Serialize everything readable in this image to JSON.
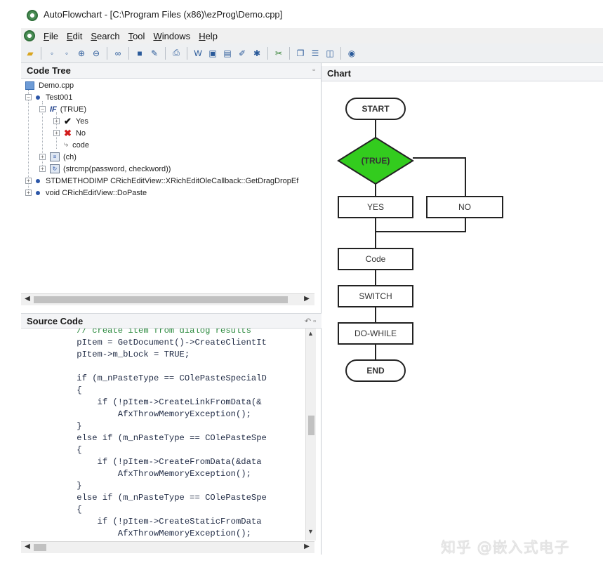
{
  "window": {
    "title": "AutoFlowchart - [C:\\Program Files (x86)\\ezProg\\Demo.cpp]"
  },
  "menu": {
    "items": [
      "File",
      "Edit",
      "Search",
      "Tool",
      "Windows",
      "Help"
    ]
  },
  "toolbar": {
    "buttons": [
      "open-folder-icon",
      "step-icon",
      "step-icon",
      "zoom-in-icon",
      "zoom-out-icon",
      "binoculars-icon",
      "save-icon",
      "edit-icon",
      "print-icon",
      "word-icon",
      "window-icon",
      "picture-icon",
      "wizard-icon",
      "magic-icon",
      "tools-icon",
      "copy-icon",
      "layout-icon",
      "columns-icon",
      "help-icon"
    ]
  },
  "code_tree": {
    "title": "Code Tree",
    "nodes": [
      {
        "label": "Demo.cpp",
        "icon": "file-icon",
        "depth": 0
      },
      {
        "label": "Test001",
        "icon": "function-dot-icon",
        "depth": 1
      },
      {
        "label": "(TRUE)",
        "icon": "if-icon",
        "depth": 2
      },
      {
        "label": "Yes",
        "icon": "check-icon",
        "depth": 3
      },
      {
        "label": "No",
        "icon": "cross-icon",
        "depth": 3
      },
      {
        "label": "code",
        "icon": "code-icon",
        "depth": 3
      },
      {
        "label": "(ch)",
        "icon": "switch-icon",
        "depth": 2
      },
      {
        "label": "(strcmp(password, checkword))",
        "icon": "loop-icon",
        "depth": 2
      },
      {
        "label": "STDMETHODIMP CRichEditView::XRichEditOleCallback::GetDragDropEf",
        "icon": "function-dot-icon",
        "depth": 0
      },
      {
        "label": "void CRichEditView::DoPaste",
        "icon": "function-dot-icon",
        "depth": 0
      }
    ]
  },
  "source_code": {
    "title": "Source Code",
    "lines": [
      {
        "text": "    // create item from dialog results",
        "kind": "comment"
      },
      {
        "text": "    pItem = GetDocument()->CreateClientIt",
        "kind": "code"
      },
      {
        "text": "    pItem->m_bLock = TRUE;",
        "kind": "code"
      },
      {
        "text": "",
        "kind": "code"
      },
      {
        "text": "    if (m_nPasteType == COlePasteSpecialD",
        "kind": "code"
      },
      {
        "text": "    {",
        "kind": "code"
      },
      {
        "text": "        if (!pItem->CreateLinkFromData(&",
        "kind": "code"
      },
      {
        "text": "            AfxThrowMemoryException();",
        "kind": "code"
      },
      {
        "text": "    }",
        "kind": "code"
      },
      {
        "text": "    else if (m_nPasteType == COlePasteSpe",
        "kind": "code"
      },
      {
        "text": "    {",
        "kind": "code"
      },
      {
        "text": "        if (!pItem->CreateFromData(&data",
        "kind": "code"
      },
      {
        "text": "            AfxThrowMemoryException();",
        "kind": "code"
      },
      {
        "text": "    }",
        "kind": "code"
      },
      {
        "text": "    else if (m_nPasteType == COlePasteSpe",
        "kind": "code"
      },
      {
        "text": "    {",
        "kind": "code"
      },
      {
        "text": "        if (!pItem->CreateStaticFromData",
        "kind": "code"
      },
      {
        "text": "            AfxThrowMemoryException();",
        "kind": "code"
      }
    ]
  },
  "chart": {
    "title": "Chart",
    "start": "START",
    "condition": "(TRUE)",
    "yes": "YES",
    "no": "NO",
    "code": "Code",
    "switch": "SWITCH",
    "do_while": "DO-WHILE",
    "end": "END",
    "colors": {
      "condition_fill": "#33cc1e",
      "stroke": "#222222"
    }
  },
  "watermark": "知乎 @嵌入式电子"
}
